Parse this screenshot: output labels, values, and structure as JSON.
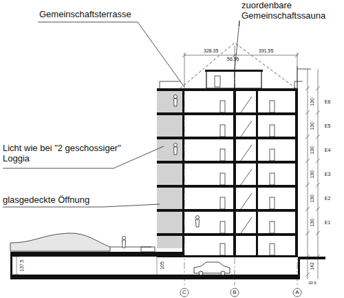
{
  "diagram": {
    "labels": [
      "Gemeinschaftsterrasse",
      "zuordenbare Gemeinschaftssauna",
      "Licht wie bei \"2 geschossiger\" Loggia",
      "glasgedeckte Öffnung",
      "328.35",
      "56.95",
      "391.55",
      "C",
      "B",
      "A",
      "E6",
      "E5",
      "E4",
      "E3",
      "E2",
      "E1",
      "130",
      "130",
      "130",
      "130",
      "130",
      "130",
      "142",
      "20.5",
      "137.5",
      "105"
    ]
  }
}
